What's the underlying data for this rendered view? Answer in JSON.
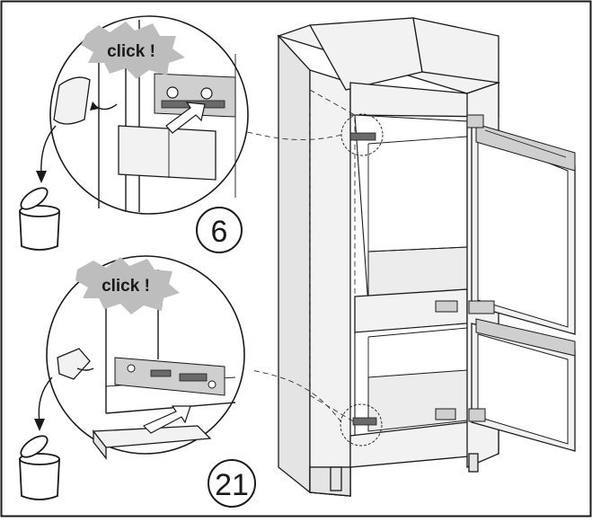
{
  "callout_top": {
    "click_text": "click !",
    "step_number": "6"
  },
  "callout_bottom": {
    "click_text": "click !",
    "step_number": "21"
  },
  "colors": {
    "background": "#ffffff",
    "border": "#1a1a1a",
    "burst": "#bdbdbd",
    "panel": "#f2f2f2"
  },
  "icons": [
    "recycle-bin-icon",
    "recycle-bin-icon",
    "click-burst-icon",
    "click-burst-icon",
    "insertion-arrow-icon"
  ]
}
